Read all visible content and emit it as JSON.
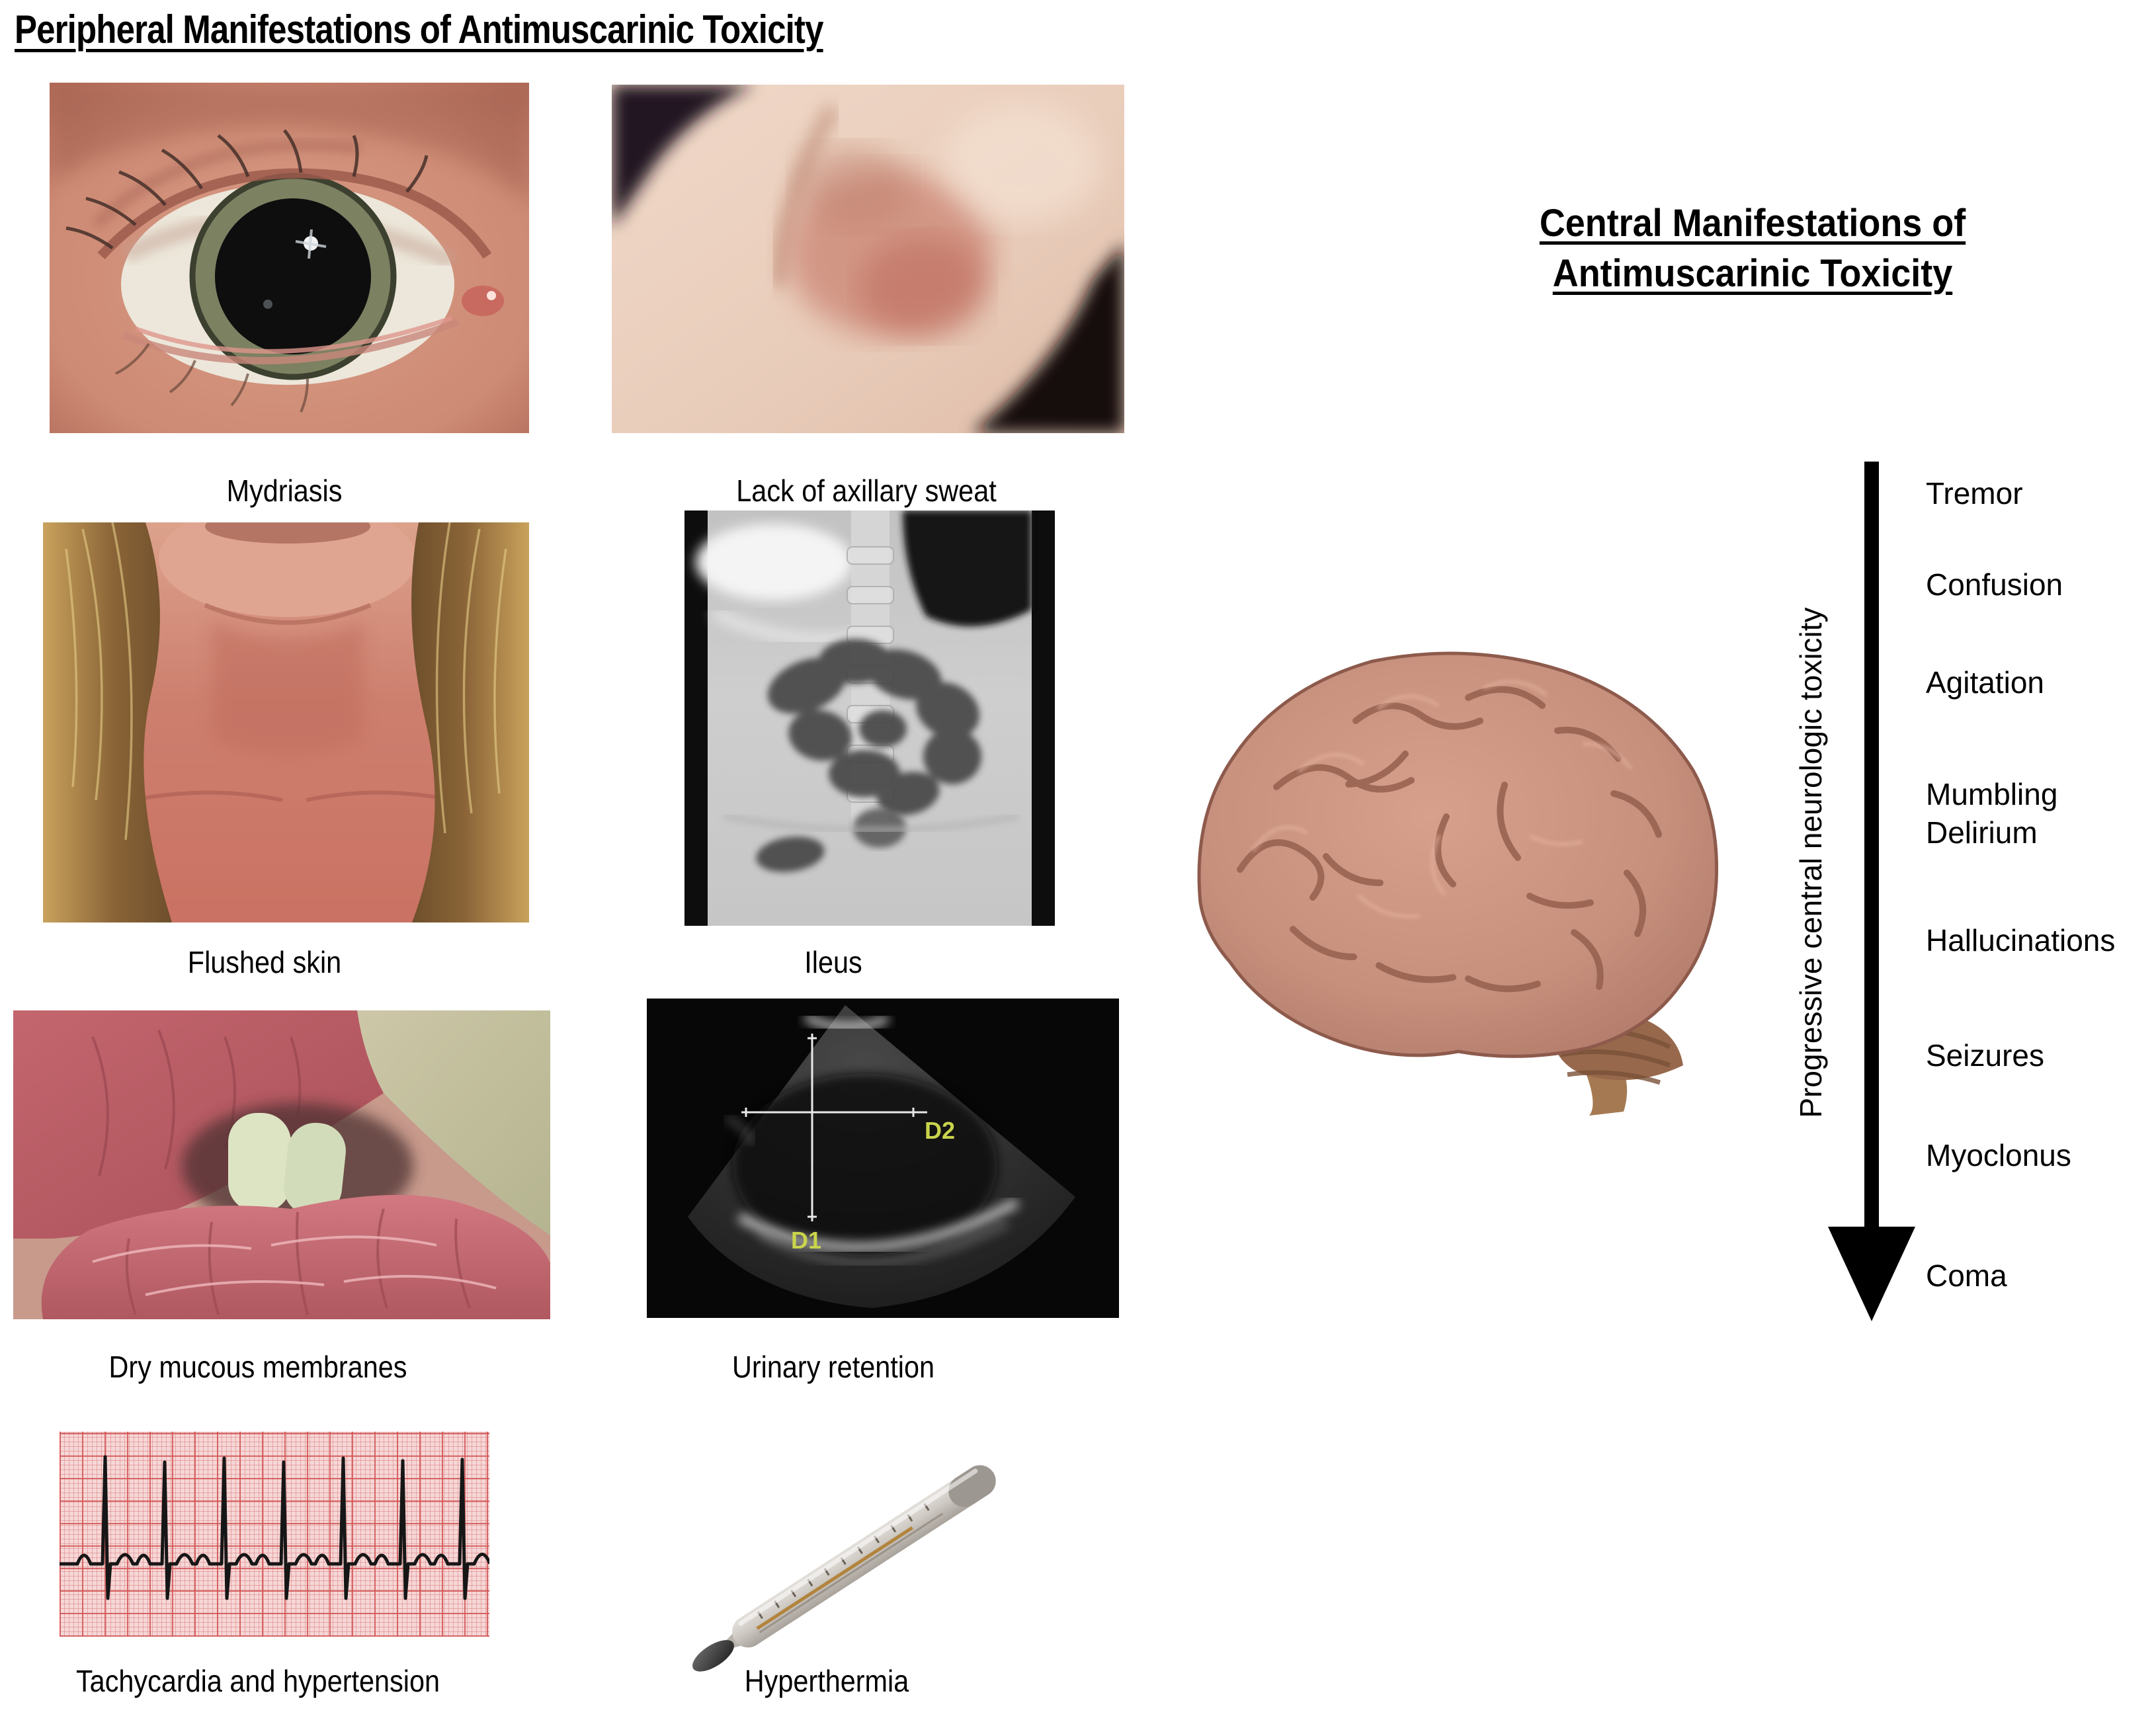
{
  "figure": {
    "peripheral": {
      "title": "Peripheral Manifestations of Antimuscarinic Toxicity",
      "items": [
        {
          "label": "Mydriasis",
          "image": "eye-close-up-photo"
        },
        {
          "label": "Lack of axillary sweat",
          "image": "axilla-photo"
        },
        {
          "label": "Flushed skin",
          "image": "neck-and-chest-photo"
        },
        {
          "label": "Ileus",
          "image": "abdominal-x-ray"
        },
        {
          "label": "Dry mucous membranes",
          "image": "cracked-lips-photo"
        },
        {
          "label": "Urinary retention",
          "image": "bladder-ultrasound"
        },
        {
          "label": "Tachycardia and hypertension",
          "image": "ecg-rhythm-strip"
        },
        {
          "label": "Hyperthermia",
          "image": "mercury-thermometer-photo"
        }
      ]
    },
    "central": {
      "title_line1": "Central Manifestations of",
      "title_line2": "Antimuscarinic Toxicity",
      "arrow_label": "Progressive central neurologic toxicity",
      "symptoms": [
        "Tremor",
        "Confusion",
        "Agitation",
        "Mumbling Delirium",
        "Hallucinations",
        "Seizures",
        "Myoclonus",
        "Coma"
      ],
      "illustration": "brain-lateral-view"
    },
    "ultrasound_annotations": {
      "d1": "D1",
      "d2": "D2",
      "color": "#c9d44c"
    },
    "colors": {
      "background": "#ffffff",
      "text": "#000000",
      "arrow": "#000000",
      "ecg_paper": "#f6d7d7",
      "ecg_grid": "#d25555",
      "ecg_trace": "#161616",
      "brain_fill": "#c6907d"
    }
  }
}
